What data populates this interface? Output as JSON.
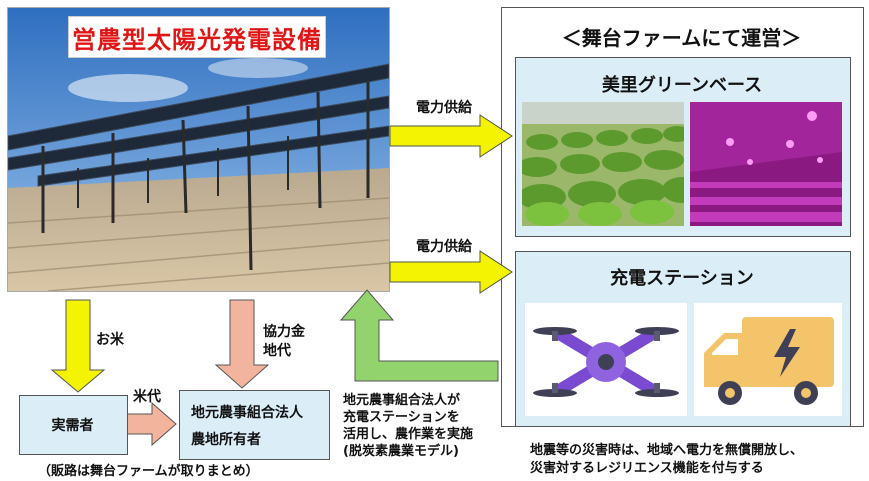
{
  "main_photo": {
    "title": "営農型太陽光発電設備"
  },
  "right_panel": {
    "title": "＜舞台ファームにて運営＞",
    "greenhouse": {
      "title": "美里グリーンベース"
    },
    "charging": {
      "title": "充電ステーション"
    },
    "note_line1": "地震等の災害時は、地域へ電力を無償開放し、",
    "note_line2": "災害対するレジリエンス機能を付与する"
  },
  "arrows": {
    "power_supply_1": "電力供給",
    "power_supply_2": "電力供給",
    "rice": "お米",
    "cooperation_money": "協力金",
    "land_rent": "地代",
    "rice_payment": "米代"
  },
  "boxes": {
    "consumer": "実需者",
    "coop_line1": "地元農事組合法人",
    "coop_line2": "農地所有者"
  },
  "notes": {
    "coop_usage_line1": "地元農事組合法人が",
    "coop_usage_line2": "充電ステーションを",
    "coop_usage_line3": "活用し、農作業を実施",
    "coop_usage_line4": "(脱炭素農業モデル)",
    "sales_route": "（販路は舞台ファームが取りまとめ）"
  },
  "colors": {
    "yellow_arrow": "#f4f400",
    "salmon_arrow": "#f2b49c",
    "green_arrow": "#92d36e",
    "title_red": "#e01616",
    "box_blue": "#dbeef8"
  }
}
